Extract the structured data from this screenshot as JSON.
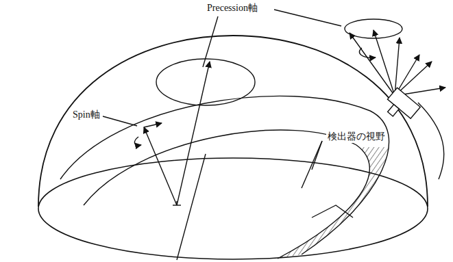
{
  "diagram": {
    "labels": [
      "Precession軸",
      "Spin軸",
      "検出器の視野"
    ]
  }
}
